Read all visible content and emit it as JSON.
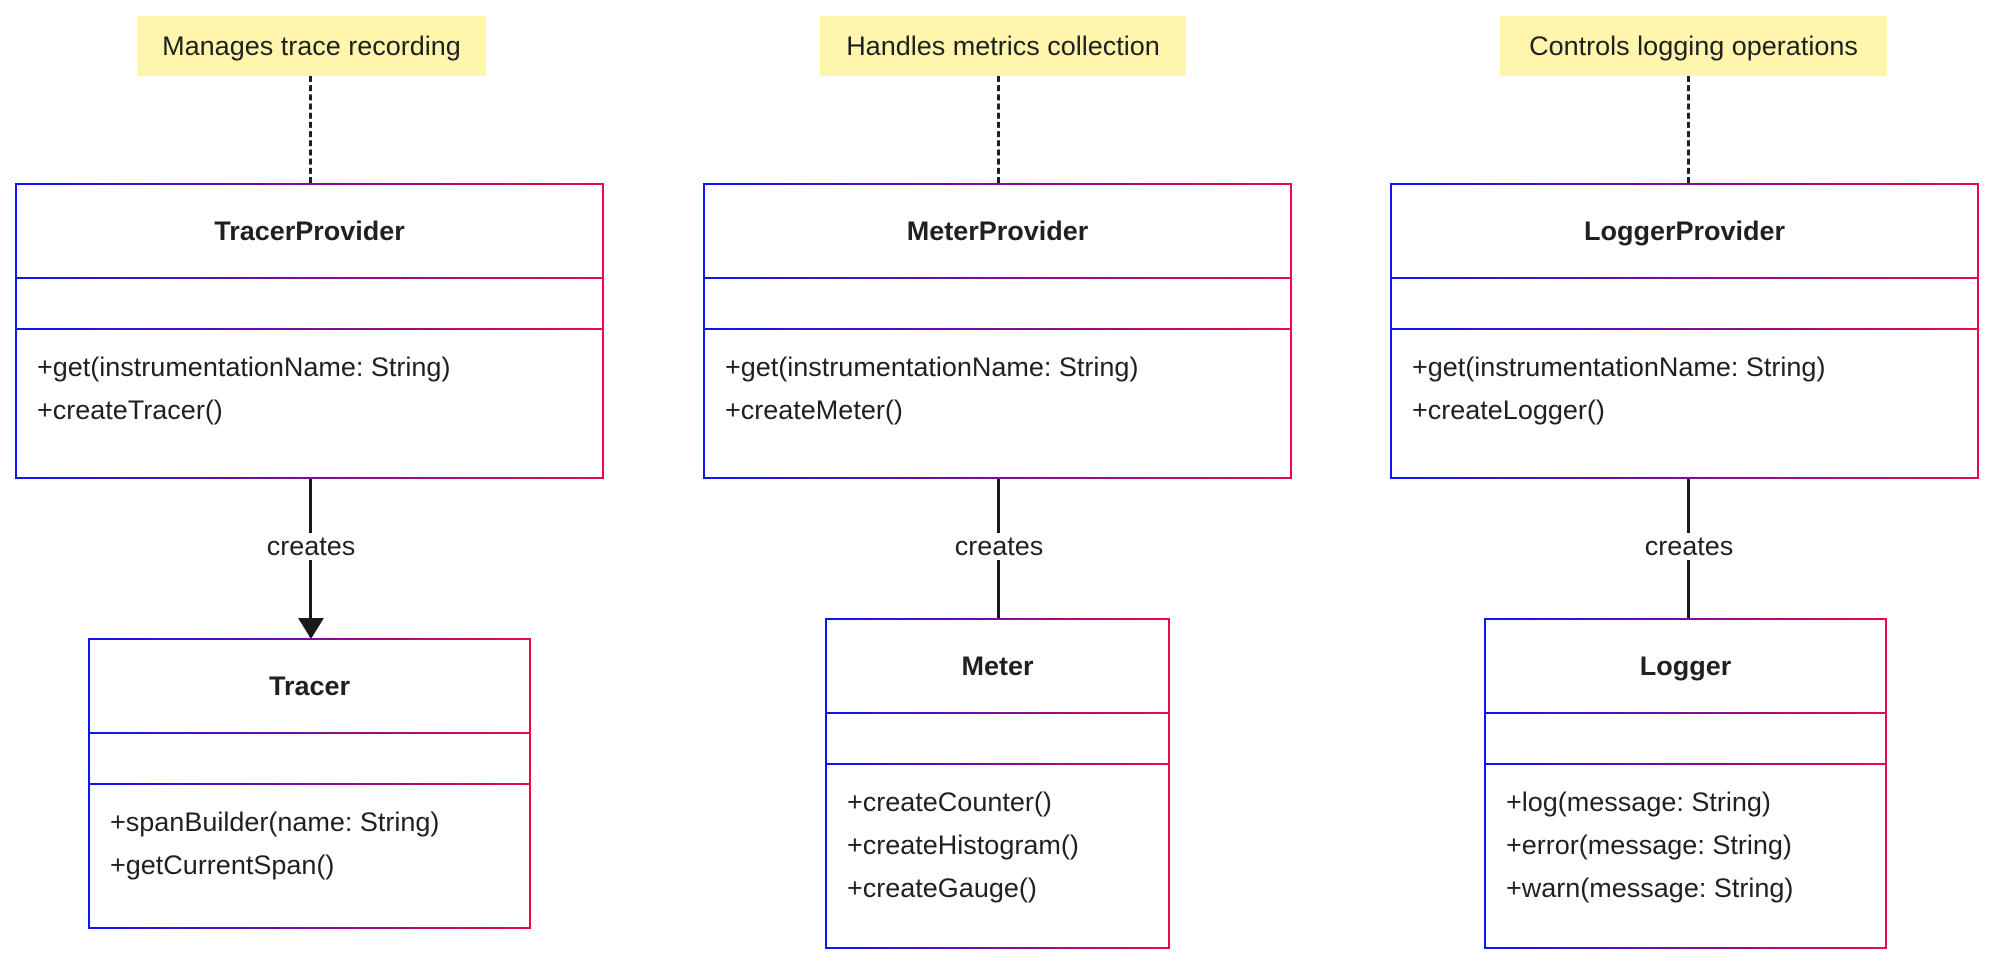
{
  "diagram": {
    "kind": "uml-class-diagram",
    "background": "#ffffff",
    "colors": {
      "note_fill": "#fff5ad",
      "border_gradient_start": "#0b14ff",
      "border_gradient_mid": "#7b0c9c",
      "border_gradient_end": "#ea0a48",
      "text": "#1f2020",
      "arrow": "#1a1a1a"
    },
    "notes": [
      {
        "id": "note-tracer",
        "text": "Manages trace recording"
      },
      {
        "id": "note-meter",
        "text": "Handles metrics collection"
      },
      {
        "id": "note-logger",
        "text": "Controls logging operations"
      }
    ],
    "classes": [
      {
        "id": "tracer-provider",
        "name": "TracerProvider",
        "attributes": [],
        "methods": [
          "+get(instrumentationName: String)",
          "+createTracer()"
        ]
      },
      {
        "id": "meter-provider",
        "name": "MeterProvider",
        "attributes": [],
        "methods": [
          "+get(instrumentationName: String)",
          "+createMeter()"
        ]
      },
      {
        "id": "logger-provider",
        "name": "LoggerProvider",
        "attributes": [],
        "methods": [
          "+get(instrumentationName: String)",
          "+createLogger()"
        ]
      },
      {
        "id": "tracer",
        "name": "Tracer",
        "attributes": [],
        "methods": [
          "+spanBuilder(name: String)",
          "+getCurrentSpan()"
        ]
      },
      {
        "id": "meter",
        "name": "Meter",
        "attributes": [],
        "methods": [
          "+createCounter()",
          "+createHistogram()",
          "+createGauge()"
        ]
      },
      {
        "id": "logger",
        "name": "Logger",
        "attributes": [],
        "methods": [
          "+log(message: String)",
          "+error(message: String)",
          "+warn(message: String)"
        ]
      }
    ],
    "relationships": [
      {
        "id": "rel-tracer",
        "from": "TracerProvider",
        "to": "Tracer",
        "label": "creates",
        "style": "solid-arrow"
      },
      {
        "id": "rel-meter",
        "from": "MeterProvider",
        "to": "Meter",
        "label": "creates",
        "style": "solid-arrow"
      },
      {
        "id": "rel-logger",
        "from": "LoggerProvider",
        "to": "Logger",
        "label": "creates",
        "style": "solid-arrow"
      }
    ]
  }
}
